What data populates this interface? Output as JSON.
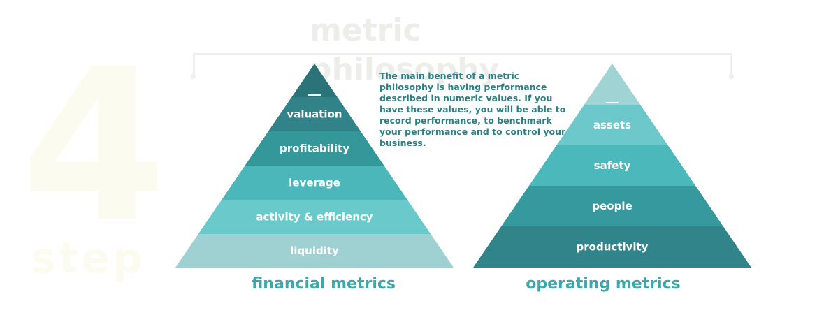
{
  "background": {
    "number": "4",
    "word": "step"
  },
  "title": "metric philosophy",
  "description": "The main benefit of a metric philosophy is having performance described in numeric values. If you have these values, you will be able to record performance, to benchmark your performance and to control your business.",
  "colors": {
    "title": "#ededea",
    "caption": "#39a9ab",
    "description": "#2d7f84",
    "bracket": "#eeeeec"
  },
  "financial": {
    "caption": "financial metrics",
    "levels": [
      {
        "label": "",
        "color": "#2a7479"
      },
      {
        "label": "valuation",
        "color": "#318389"
      },
      {
        "label": "profitability",
        "color": "#34979a"
      },
      {
        "label": "leverage",
        "color": "#4bb7bb"
      },
      {
        "label": "activity & efficiency",
        "color": "#6ac9cb"
      },
      {
        "label": "liquidity",
        "color": "#9fd1d3"
      }
    ]
  },
  "operating": {
    "caption": "operating metrics",
    "levels": [
      {
        "label": "",
        "color": "#9fd3d4"
      },
      {
        "label": "assets",
        "color": "#6cc8cb"
      },
      {
        "label": "safety",
        "color": "#4bb8bb"
      },
      {
        "label": "people",
        "color": "#35999d"
      },
      {
        "label": "productivity",
        "color": "#31858a"
      }
    ]
  }
}
